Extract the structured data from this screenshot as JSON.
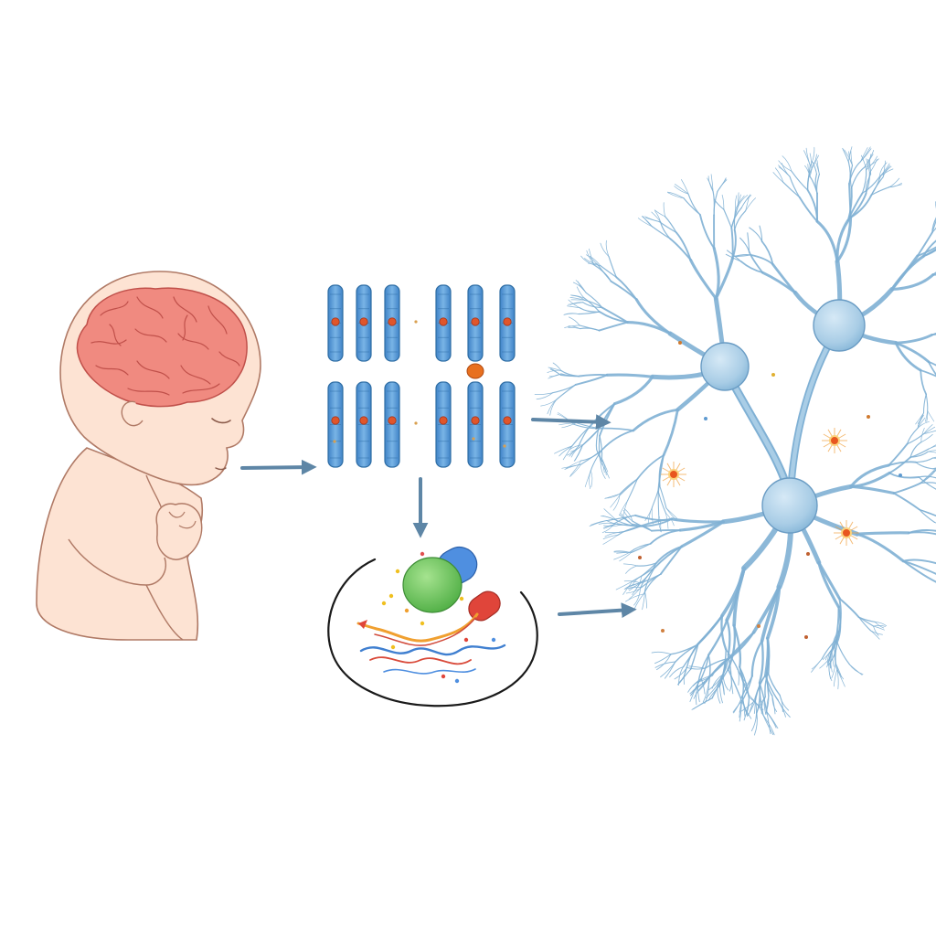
{
  "diagram": {
    "panels": [
      {
        "id": "infant",
        "icon": "infant-brain-illustration"
      },
      {
        "id": "chromosomes",
        "icon": "chromosome-pairs-illustration"
      },
      {
        "id": "proteins",
        "icon": "protein-molecules-illustration"
      },
      {
        "id": "neurons",
        "icon": "neuron-network-illustration"
      }
    ],
    "arrows": [
      {
        "from": "infant",
        "to": "chromosomes"
      },
      {
        "from": "chromosomes",
        "to": "neurons"
      },
      {
        "from": "chromosomes",
        "to": "proteins"
      },
      {
        "from": "proteins",
        "to": "neurons"
      }
    ],
    "colors": {
      "skin": "#fde3d3",
      "skin_outline": "#b07a66",
      "brain": "#f08a80",
      "brain_outline": "#c0504a",
      "chromosome": "#5b9bd5",
      "chromosome_outline": "#2e6da4",
      "marker": "#e0562b",
      "neuron": "#a9cde6",
      "neuron_dark": "#7fb0d4",
      "arrow": "#5e86a6",
      "protein_green": "#7fcf6a",
      "protein_blue": "#4f8fe0",
      "protein_red": "#e0453a"
    }
  }
}
